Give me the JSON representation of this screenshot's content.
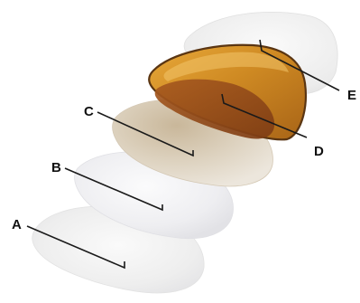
{
  "diagram": {
    "layers": [
      {
        "id": "A",
        "label": "A",
        "color": "#f0f0f0"
      },
      {
        "id": "B",
        "label": "B",
        "color": "#f1f1f3"
      },
      {
        "id": "C",
        "label": "C",
        "color": "#dcd1bf"
      },
      {
        "id": "D",
        "label": "D",
        "color": "#9b4f1c"
      },
      {
        "id": "E",
        "label": "E",
        "color": "#c98a22"
      }
    ],
    "colors": {
      "background": "#ffffff",
      "leader_line": "#1a1a1a",
      "label_text": "#111111",
      "lens_clear": "#eeeeee",
      "lens_tint_light": "#d9cdb8",
      "lens_amber": "#d18f24",
      "lens_brown": "#8a4418",
      "lens_outline": "#5a3512"
    }
  }
}
